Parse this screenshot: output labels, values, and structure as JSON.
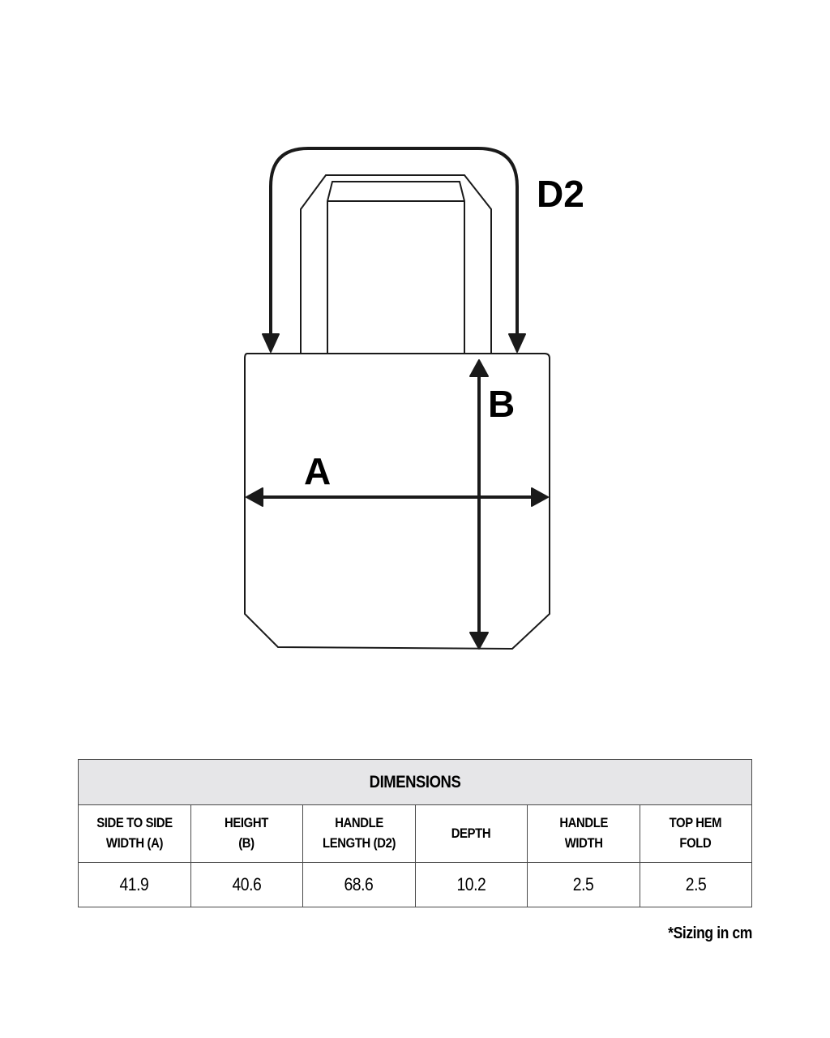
{
  "diagram": {
    "labels": {
      "d2": "D2",
      "b": "B",
      "a": "A"
    },
    "stroke_color": "#1a1a1a"
  },
  "table": {
    "title": "DIMENSIONS",
    "headers": [
      "SIDE TO SIDE\nWIDTH (A)",
      "HEIGHT\n(B)",
      "HANDLE\nLENGTH (D2)",
      "DEPTH",
      "HANDLE\nWIDTH",
      "TOP HEM\nFOLD"
    ],
    "values": [
      "41.9",
      "40.6",
      "68.6",
      "10.2",
      "2.5",
      "2.5"
    ],
    "header_bg": "#e6e6e8"
  },
  "footnote": "*Sizing in cm"
}
